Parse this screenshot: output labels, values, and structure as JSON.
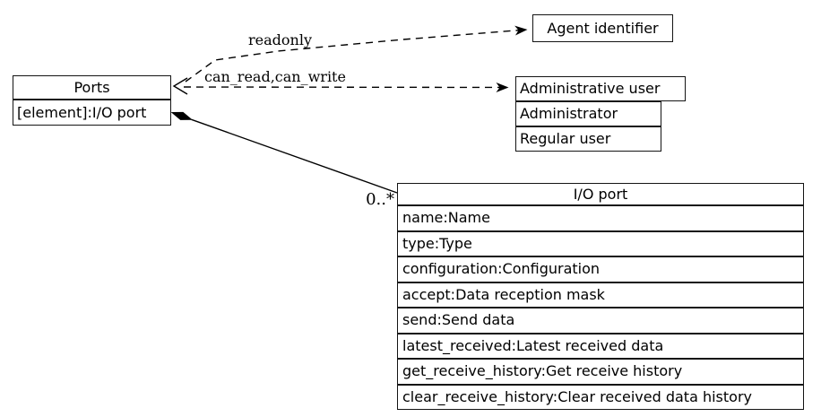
{
  "nodes": {
    "ports": {
      "title": "Ports",
      "rows": [
        "[element]:I/O port"
      ]
    },
    "agent_identifier": {
      "title": "Agent identifier"
    },
    "administrative_user": {
      "title": "Administrative user",
      "rows": [
        "Administrator",
        "Regular user"
      ]
    },
    "io_port": {
      "title": "I/O port",
      "rows": [
        "name:Name",
        "type:Type",
        "configuration:Configuration",
        "accept:Data reception mask",
        "send:Send data",
        "latest_received:Latest received data",
        "get_receive_history:Get receive history",
        "clear_receive_history:Clear received data history"
      ]
    }
  },
  "edges": {
    "readonly": {
      "label": "readonly",
      "from": "ports",
      "to": "agent_identifier",
      "style": "dashed",
      "head": "filled-arrow"
    },
    "can_read_can_write": {
      "label": "can_read,can_write",
      "from": "ports",
      "to": "administrative_user",
      "style": "dashed",
      "head": "filled-arrow"
    },
    "composition": {
      "multiplicity": "0..*",
      "from": "ports",
      "to": "io_port",
      "style": "solid",
      "tail": "filled-diamond"
    }
  },
  "colors": {
    "stroke": "#000000",
    "background": "#ffffff",
    "node_fill": "#ffffff"
  }
}
